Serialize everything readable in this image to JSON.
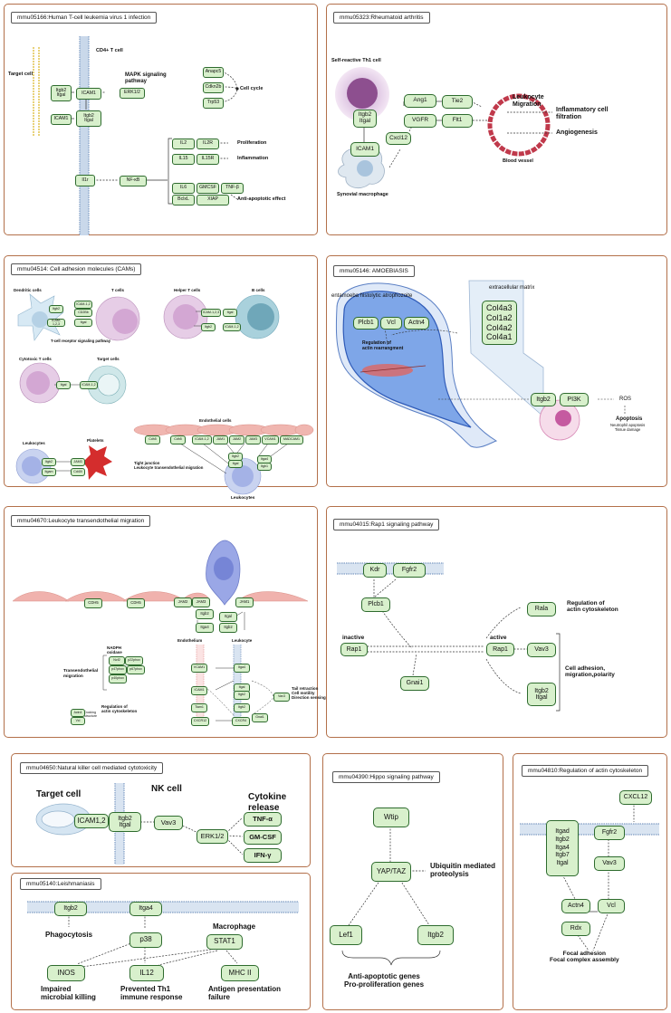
{
  "panels": {
    "p1": {
      "title": "mmu05166:Human T-cell leukemia virus 1 infection",
      "labels": {
        "cd4": "CD4+ T cell",
        "target": "Target cell",
        "mapk": "MAPK signaling\npathway",
        "cellcycle": "Cell cycle",
        "prolif": "Proliferation",
        "inflam": "Inflammation",
        "anti": "Anti-apoptotic effect"
      },
      "nodes": {
        "itgb2_itgal_left": "Itgb2\nItgal",
        "icam1_left": "ICAM1",
        "icam1_top": "ICAM1",
        "itgb2_itgal_mid": "Itgb2\nItgal",
        "erk": "ERK1/2",
        "anapc5": "Anapc5",
        "cdkn2b": "Cdkn2b",
        "trp53": "Trp53",
        "il1r": "Il1r",
        "nfkb": "NF-κB",
        "il2": "IL2",
        "il2r": "IL2R",
        "il15": "IL15",
        "il15r": "IL15R",
        "il6": "IL6",
        "gmcsf": "GMCSF",
        "tnfb": "TNF-β",
        "bclxl": "BclxL",
        "xiap": "XIAP"
      }
    },
    "p2": {
      "title": "mmu05323:Rheumatoid arthritis",
      "labels": {
        "th1": "Self-reactive Th1 cell",
        "synovial": "Synovial macrophage",
        "migration": "Leukocyte\nMigration",
        "inflam": "Inflammatory cell\nfiltration",
        "angio": "Angiogenesis",
        "vessel": "Blood vessel"
      },
      "nodes": {
        "itgb2_itgal": "Itgb2\nItgal",
        "icam1": "ICAM1",
        "cxcl12": "Cxcl12",
        "ang1": "Ang1",
        "vgfr": "VGFR",
        "tie2": "Tie2",
        "flt1": "Flt1"
      }
    },
    "p3": {
      "title": "mmu04514: Cell adhesion molecules (CAMs)",
      "labels": {
        "dendritic": "Dendritic cells",
        "tcells": "T cells",
        "tcr": "T-cell receptor signaling pathway",
        "helper": "Helper T cells",
        "bcells": "B cells",
        "cytotoxic": "Cytotoxic T cells",
        "target": "Target cells",
        "endo": "Endothelial cells",
        "tight": "Tight junction\nLeukocyte transendothelial migration",
        "leukocytes_left": "Leukocytes",
        "platelets": "Platelets",
        "leukocytes_bottom": "Leukocytes"
      },
      "nodes": {
        "dc_itgb2": "Itgb2",
        "dc_icam12": "ICAM-1,2",
        "dc_icam123": "ICAM-1,2,3",
        "dc_cd2b": "CD2Bb",
        "dc_itgal": "Itgal",
        "h_icam": "ICAM-1,2,3",
        "h_itgal": "Itgal",
        "h_itgb2": "Itgb2",
        "h_icam2": "ICAM-1,2",
        "c_itgal": "Itgal",
        "c_icam": "ICAM-1,2",
        "l_itgb2": "Itgb2",
        "l_itgam": "Itgam",
        "l_jam3": "JAM3",
        "l_cd40l": "Cd40l",
        "e_cdh5a": "Cdh5",
        "e_cdh5b": "Cdh5",
        "e_icam": "ICAM-1,2",
        "e_jam1": "JAM1",
        "e_jam2": "JAM2",
        "e_jam3": "JAM3",
        "e_vcam1": "VCAM1",
        "e_madcam1": "MADCAM1",
        "e_itgb2": "Itgb2",
        "e_itgal": "Itgal",
        "e_itga4": "Itga4",
        "e_itgb1": "Itgb1"
      }
    },
    "p4": {
      "title": "mmu05146: AMOEBIASIS",
      "labels": {
        "entamoeba": "entamoeba histolytic atrophozoite",
        "ecm": "extracellular matrix",
        "reg": "Regulation of\nactin rearrangment",
        "ros": "ROS",
        "apoptosis": "Apoptosis",
        "damage": "Neutrophil apoptosis\nTissue damage",
        "col": "Col4a3\nCol1a2\nCol4a2\nCol4a1"
      },
      "nodes": {
        "plcb1": "Plcb1",
        "vcl": "Vcl",
        "actn4": "Actn4",
        "itgb2": "Itgb2",
        "pi3k": "PI3K"
      }
    },
    "p5": {
      "title": "mmu04670:Leukocyte transendothelial migration",
      "labels": {
        "endothelium": "Endothelium",
        "leukocyte": "Leukocyte",
        "trans": "Transendothelial\nmigration",
        "nadph": "NADPH\noxidase",
        "regactin": "Regulation of\nactin cytoskeleton",
        "docking": "Docking\nstructure",
        "tail": "Tail retraction\nCell motility\nDirection sensing"
      },
      "nodes": {
        "cdh5a": "CDH5",
        "cdh5b": "CDH5",
        "jam2": "JAM2",
        "jam3": "JAM3",
        "jam1": "JAM1",
        "itgb2a": "Itgb2",
        "itga4": "Itga4",
        "itgal": "Itgal",
        "itgb2b": "Itgb2",
        "vcam1": "VCAM1",
        "icam1": "ICAM1",
        "itga4b": "Itga4",
        "itgalb": "Itgal",
        "itgb2c": "Itgb2",
        "vav3": "Vav3",
        "ncf2": "Ncf2",
        "p22phox": "p22phox",
        "p47phox": "p47phox",
        "p67phox": "p67phox",
        "p40phox": "p40phox",
        "tiam1": "Tiam1",
        "itgb2d": "Itgb2",
        "actn4": "Actn4",
        "vcl": "Vcl",
        "cxcr12": "CXCR12",
        "cxcr4": "CXCR4",
        "gnai1": "Gnai1"
      }
    },
    "p6": {
      "title": "mmu04015:Rap1 signaling pathway",
      "labels": {
        "inactive": "inactive",
        "active": "active",
        "regactin": "Regulation of\nactin cytoskeleton",
        "adhesion": "Cell adhesion,\nmigration,polarity"
      },
      "nodes": {
        "kdr": "Kdr",
        "fgfr2": "Fgfr2",
        "plcb1": "Plcb1",
        "rap1_in": "Rap1",
        "rap1_act": "Rap1",
        "gnai1": "Gnai1",
        "rala": "Rala",
        "vav3": "Vav3",
        "itgb2_itgal": "Itgb2\nItgal"
      }
    },
    "p7": {
      "title": "mmu04650:Natural killer cell mediated cytotoxicity",
      "labels": {
        "target": "Target cell",
        "nk": "NK cell",
        "cytokine": "Cytokine\nrelease"
      },
      "nodes": {
        "icam": "ICAM1,2",
        "itgb2_itgal": "Itgb2\nItgal",
        "vav3": "Vav3",
        "erk": "ERK1/2",
        "tnfa": "TNF-α",
        "gmcsf": "GM-CSF",
        "ifng": "IFN-γ"
      }
    },
    "p8": {
      "title": "mmu05140:Leishmaniasis",
      "labels": {
        "phago": "Phagocytosis",
        "macro": "Macrophage",
        "impaired": "Impaired\nmicrobial killing",
        "prevented": "Prevented Th1\nimmune response",
        "antigen": "Antigen presentation\nfailure"
      },
      "nodes": {
        "itgb2": "Itgb2",
        "itga4": "Itga4",
        "p38": "p38",
        "stat1": "STAT1",
        "inos": "INOS",
        "il12": "IL12",
        "mhc": "MHC II"
      }
    },
    "p9": {
      "title": "mmu04390:Hippo signaling pathway",
      "labels": {
        "ubiq": "Ubiquitin mediated\nproteolysis",
        "genes": "Anti-apoptotic genes\nPro-proliferation genes"
      },
      "nodes": {
        "wtip": "Wtip",
        "yap": "YAP/TAZ",
        "lef1": "Lef1",
        "itgb2": "Itgb2"
      }
    },
    "p10": {
      "title": "mmu04810:Regulation of actin cytoskeleton",
      "labels": {
        "focal": "Focal adhesion\nFocal complex assembly"
      },
      "nodes": {
        "cxcl12": "CXCL12",
        "itg": "Itgad\nItgb2\nItga4\nItgb7\nItgal",
        "fgfr2": "Fgfr2",
        "vav3": "Vav3",
        "actn4": "Actn4",
        "rdx": "Rdx",
        "vcl": "Vcl"
      }
    }
  },
  "colors": {
    "panel_border": "#b3704a",
    "node_fill": "#d8f0cc",
    "node_border": "#2e6b2e",
    "membrane": "#9fb7d4",
    "amoeba": "#7ea6e8",
    "vessel": "#c0394b"
  }
}
